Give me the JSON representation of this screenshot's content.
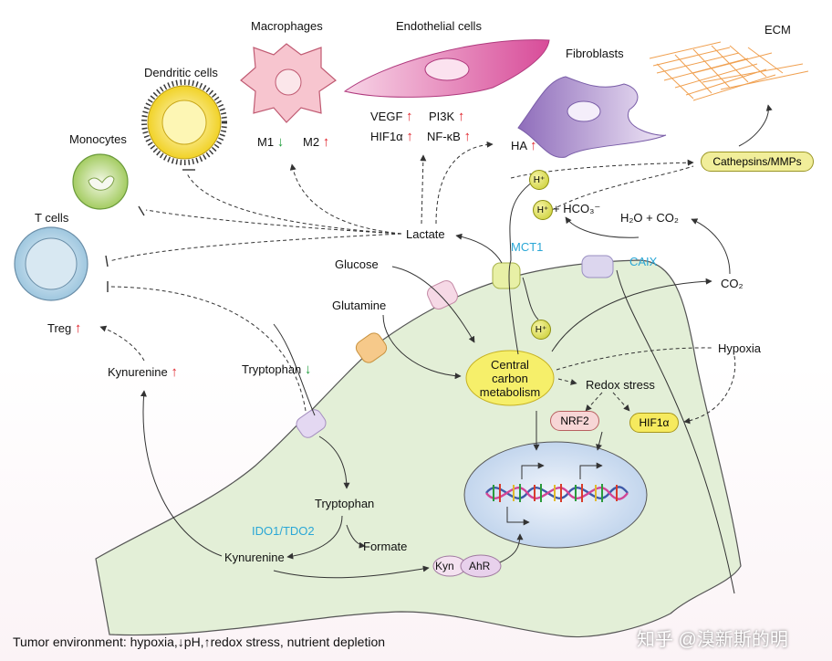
{
  "cells": {
    "macrophages": "Macrophages",
    "endothelial": "Endothelial cells",
    "fibroblasts": "Fibroblasts",
    "dendritic": "Dendritic cells",
    "monocytes": "Monocytes",
    "tcells": "T cells",
    "ecm": "ECM"
  },
  "labels": {
    "m1": "M1",
    "m2": "M2",
    "vegf": "VEGF",
    "pi3k": "PI3K",
    "hif1a_endo": "HIF1α",
    "nfkb": "NF-κB",
    "ha": "HA",
    "cathepsins": "Cathepsins/MMPs",
    "h2o_co2": "H₂O + CO₂",
    "hco3": "+ HCO₃⁻",
    "lactate": "Lactate",
    "mct1": "MCT1",
    "caix": "CAIX",
    "co2": "CO₂",
    "glucose": "Glucose",
    "glutamine": "Glutamine",
    "central": "Central carbon metabolism",
    "hypoxia": "Hypoxia",
    "redox": "Redox stress",
    "nrf2": "NRF2",
    "hif1a": "HIF1α",
    "treg": "Treg",
    "kynurenine_out": "Kynurenine",
    "tryptophan_out": "Tryptophan",
    "tryptophan_in": "Tryptophan",
    "ido": "IDO1/TDO2",
    "formate": "Formate",
    "kynurenine_in": "Kynurenine",
    "kyn": "Kyn",
    "ahr": "AhR",
    "h_plus": "H⁺",
    "footer": "Tumor environment: hypoxia,↓pH,↑redox stress, nutrient depletion",
    "watermark": "知乎 @溴新斯的明"
  },
  "colors": {
    "cell_fill": "#e3efd7",
    "up_arrow": "#e0232b",
    "down_arrow": "#1e9c3a",
    "accent_blue": "#2aa7d6",
    "metab_fill": "#f6ef6a",
    "nucleus_fill": "#d8e5f5"
  },
  "icons": [
    "up-arrow-icon",
    "down-arrow-icon",
    "inhibition-bar-icon",
    "dna-helix-icon",
    "transporter-icon"
  ]
}
